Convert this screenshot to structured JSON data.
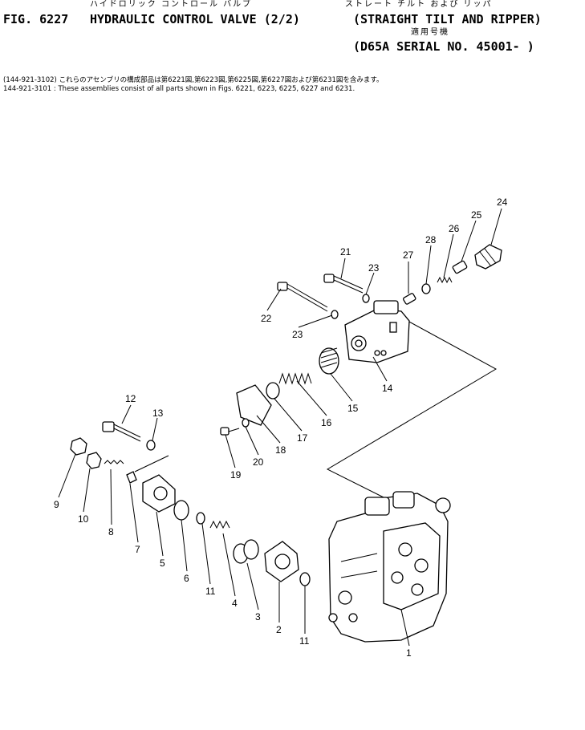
{
  "header": {
    "figure_number": "FIG. 6227",
    "title_jp": "ハイドロリック コントロール バルブ",
    "title_en": "HYDRAULIC CONTROL VALVE (2/2)",
    "subtitle_jp": "ストレート チルト および リッパ",
    "subtitle_en": "(STRAIGHT TILT AND RIPPER)",
    "applicable_jp": "適用号機",
    "serial": "(D65A SERIAL NO. 45001- )"
  },
  "notes": [
    {
      "code": "(144-921-3102)",
      "text": "これらのアセンブリの構成部品は第6221図,第6223図,第6225図,第6227図および第6231図を含みます。"
    },
    {
      "code": "144-921-3101 :",
      "text": "These assemblies consist of all parts shown in Figs. 6221, 6223, 6225, 6227 and 6231."
    }
  ],
  "callouts": [
    "1",
    "2",
    "3",
    "4",
    "5",
    "6",
    "7",
    "8",
    "9",
    "10",
    "11",
    "11",
    "12",
    "13",
    "14",
    "15",
    "16",
    "17",
    "18",
    "19",
    "20",
    "21",
    "22",
    "23",
    "23",
    "24",
    "25",
    "26",
    "27",
    "28"
  ]
}
